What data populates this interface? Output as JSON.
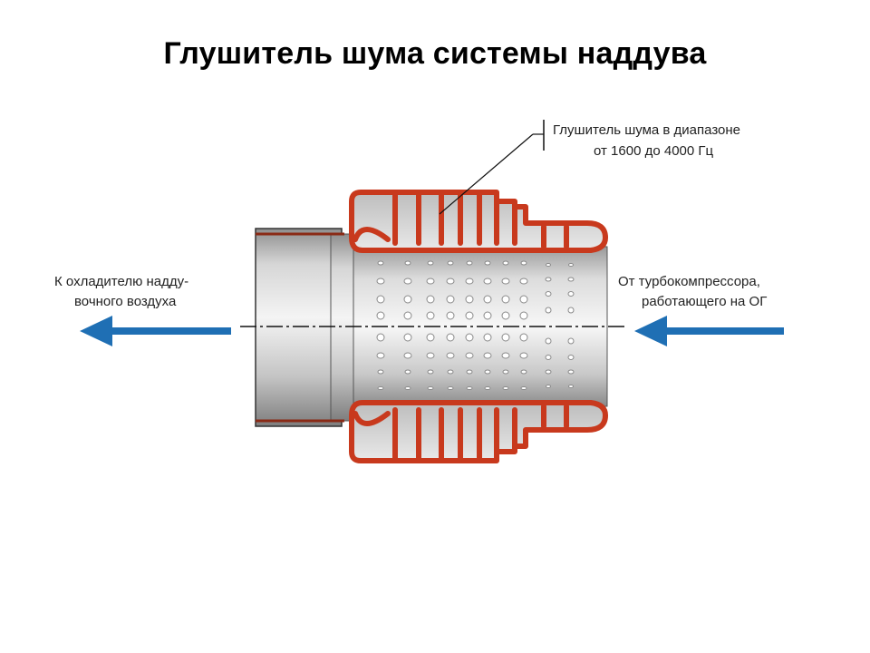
{
  "title": "Глушитель шума системы наддува",
  "callout": {
    "line1": "Глушитель шума в диапазоне",
    "line2": "от 1600 до 4000 Гц"
  },
  "left_label": {
    "line1": "К охладителю надду-",
    "line2": "вочного воздуха"
  },
  "right_label": {
    "line1": "От турбокомпрессора,",
    "line2": "работающего на ОГ"
  },
  "colors": {
    "housing": "#c8391d",
    "arrow": "#1f6fb4",
    "pipe": "#b8b8b8"
  }
}
